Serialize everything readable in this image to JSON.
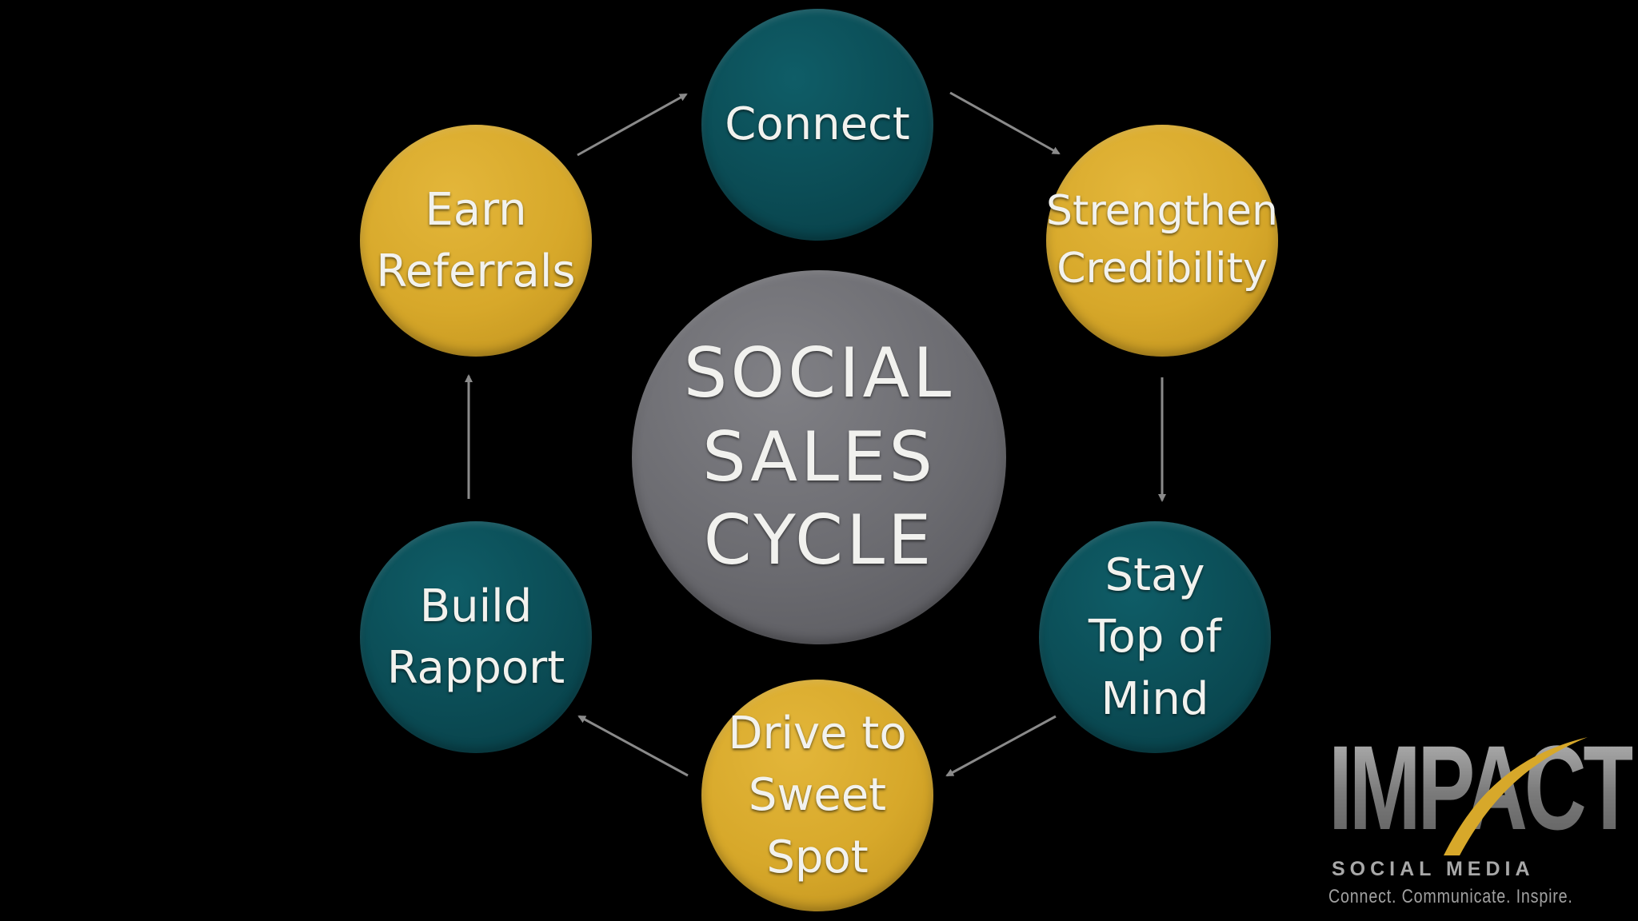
{
  "diagram": {
    "center": {
      "lines": [
        "SOCIAL",
        "SALES",
        "CYCLE"
      ]
    },
    "nodes": [
      {
        "lines": [
          "Connect"
        ],
        "color": "#0b4c55"
      },
      {
        "lines": [
          "Strengthen",
          "Credibility"
        ],
        "color": "#d7a82a"
      },
      {
        "lines": [
          "Stay",
          "Top of",
          "Mind"
        ],
        "color": "#0b4c55"
      },
      {
        "lines": [
          "Drive to",
          "Sweet",
          "Spot"
        ],
        "color": "#d7a82a"
      },
      {
        "lines": [
          "Build",
          "Rapport"
        ],
        "color": "#0b4c55"
      },
      {
        "lines": [
          "Earn",
          "Referrals"
        ],
        "color": "#d7a82a"
      }
    ],
    "center_color": "#6b6b70",
    "arrow_color": "#8a8a8a"
  },
  "logo": {
    "wordmark": "IMPACT",
    "subtitle": "SOCIAL MEDIA",
    "tagline": "Connect. Communicate. Inspire.",
    "accent_color": "#d7a82a"
  }
}
